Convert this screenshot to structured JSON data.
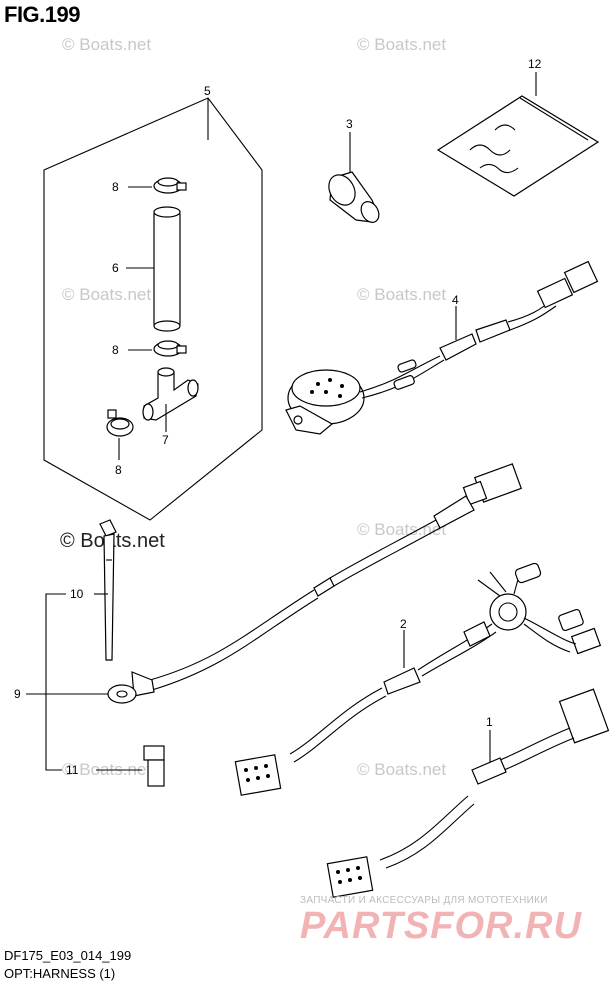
{
  "figure": {
    "title": "FIG.199",
    "model_code": "DF175_E03_014_199",
    "section": "OPT:HARNESS (1)"
  },
  "watermark": {
    "text": "© Boats.net"
  },
  "overlay_logo": {
    "subtitle": "ЗАПЧАСТИ И АКСЕССУАРЫ ДЛЯ МОТОТЕХНИКИ",
    "brand": "PARTSFOR.RU"
  },
  "callouts": {
    "p1": "1",
    "p2": "2",
    "p3": "3",
    "p4": "4",
    "p5": "5",
    "p6": "6",
    "p7": "7",
    "p8a": "8",
    "p8b": "8",
    "p8c": "8",
    "p9": "9",
    "p10": "10",
    "p11": "11",
    "p12": "12"
  },
  "colors": {
    "line": "#000000",
    "watermark": "#c8c8c8",
    "overlay_brand": "#f1b3b3"
  }
}
